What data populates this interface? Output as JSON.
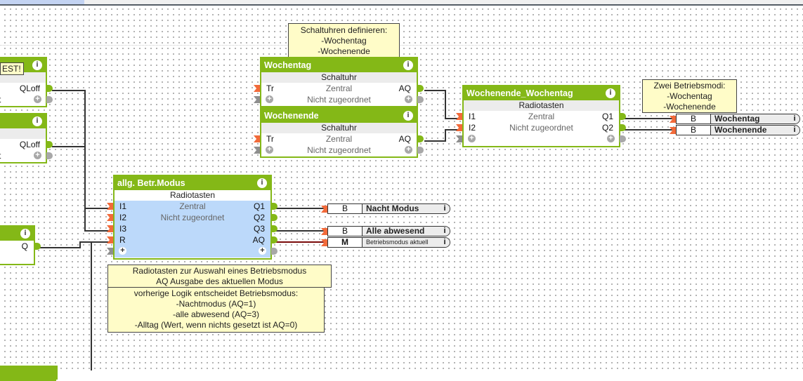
{
  "diagram": {
    "accent_color": "#84b817",
    "input_pin_color": "#f26a3a",
    "note_color": "#fffcc8",
    "selected_block_color": "#bcd9fa"
  },
  "left_blocks": [
    {
      "note": "EST!",
      "output": "QLoff",
      "bottom_label": "t"
    },
    {
      "output": "QLoff",
      "bottom_label": "t"
    },
    {
      "output": "Q"
    }
  ],
  "notes": {
    "schaltuhren": [
      "Schaltuhren definieren:",
      "-Wochentag",
      "-Wochenende"
    ],
    "betriebsmodi": [
      "Zwei Betriebsmodi:",
      "-Wochentag",
      "-Wochenende"
    ],
    "radiotasten": [
      "Radiotasten zur Auswahl eines Betriebsmodus",
      "AQ Ausgabe des aktuellen Modus"
    ],
    "logik": [
      "vorherige Logik entscheidet Betriebsmodus:",
      "-Nachtmodus (AQ=1)",
      "-alle abwesend (AQ=3)",
      "-Alltag (Wert, wenn nichts gesetzt ist AQ=0)"
    ]
  },
  "blocks": {
    "wochentag": {
      "title": "Wochentag",
      "type": "Schaltuhr",
      "rows": [
        {
          "in": "Tr",
          "center": "Zentral",
          "out": "AQ"
        },
        {
          "center": "Nicht zugeordnet"
        }
      ]
    },
    "wochenende": {
      "title": "Wochenende",
      "type": "Schaltuhr",
      "rows": [
        {
          "in": "Tr",
          "center": "Zentral",
          "out": "AQ"
        },
        {
          "center": "Nicht zugeordnet"
        }
      ]
    },
    "wochenende_wochentag": {
      "title": "Wochenende_Wochentag",
      "type": "Radiotasten",
      "rows": [
        {
          "in": "I1",
          "center": "Zentral",
          "out": "Q1"
        },
        {
          "in": "I2",
          "center": "Nicht zugeordnet",
          "out": "Q2"
        }
      ]
    },
    "betr_modus": {
      "title": "allg. Betr.Modus",
      "type": "Radiotasten",
      "rows": [
        {
          "in": "I1",
          "center": "Zentral",
          "out": "Q1"
        },
        {
          "in": "I2",
          "center": "Nicht zugeordnet",
          "out": "Q2"
        },
        {
          "in": "I3",
          "center": "",
          "out": "Q3"
        },
        {
          "in": "R",
          "center": "",
          "out": "AQ"
        }
      ]
    }
  },
  "outputs": [
    {
      "type": "B",
      "name": "Wochentag",
      "info": "i"
    },
    {
      "type": "B",
      "name": "Wochenende",
      "info": "i"
    },
    {
      "type": "B",
      "name": "Nacht Modus",
      "info": "i"
    },
    {
      "type": "B",
      "name": "Alle abwesend",
      "info": "i"
    },
    {
      "type": "M",
      "name": "Betriebsmodus aktuell",
      "info": "i"
    }
  ],
  "icons": {
    "info": "i",
    "plus": "+"
  }
}
